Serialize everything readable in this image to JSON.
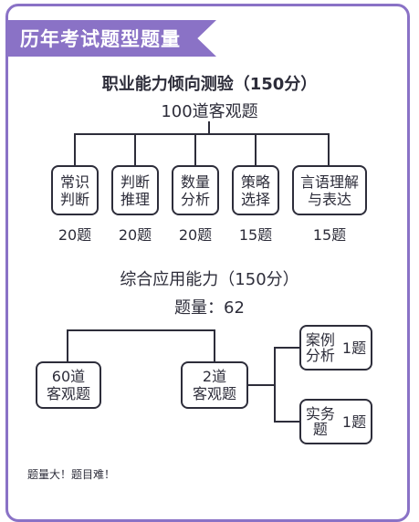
{
  "banner": {
    "title": "历年考试题型题量"
  },
  "section1": {
    "title": "职业能力倾向测验（150分）",
    "subtitle": "100道客观题",
    "items": [
      {
        "line1": "常识",
        "line2": "判断",
        "count": "20题"
      },
      {
        "line1": "判断",
        "line2": "推理",
        "count": "20题"
      },
      {
        "line1": "数量",
        "line2": "分析",
        "count": "20题"
      },
      {
        "line1": "策略",
        "line2": "选择",
        "count": "15题"
      },
      {
        "line1": "言语理解",
        "line2": "与表达",
        "count": "15题"
      }
    ]
  },
  "section2": {
    "title": "综合应用能力（150分）",
    "subtitle": "题量：62",
    "left": {
      "line1": "60道",
      "line2": "客观题"
    },
    "mid": {
      "line1": "2道",
      "line2": "客观题"
    },
    "right": [
      {
        "line1": "案例",
        "line2": "分析",
        "count": "1题"
      },
      {
        "line1": "实务",
        "line2": "题",
        "count": "1题"
      }
    ]
  },
  "footer": {
    "note": "题量大！题目难！"
  },
  "colors": {
    "accent": "#8a72c6",
    "ink": "#2d2d3a"
  }
}
